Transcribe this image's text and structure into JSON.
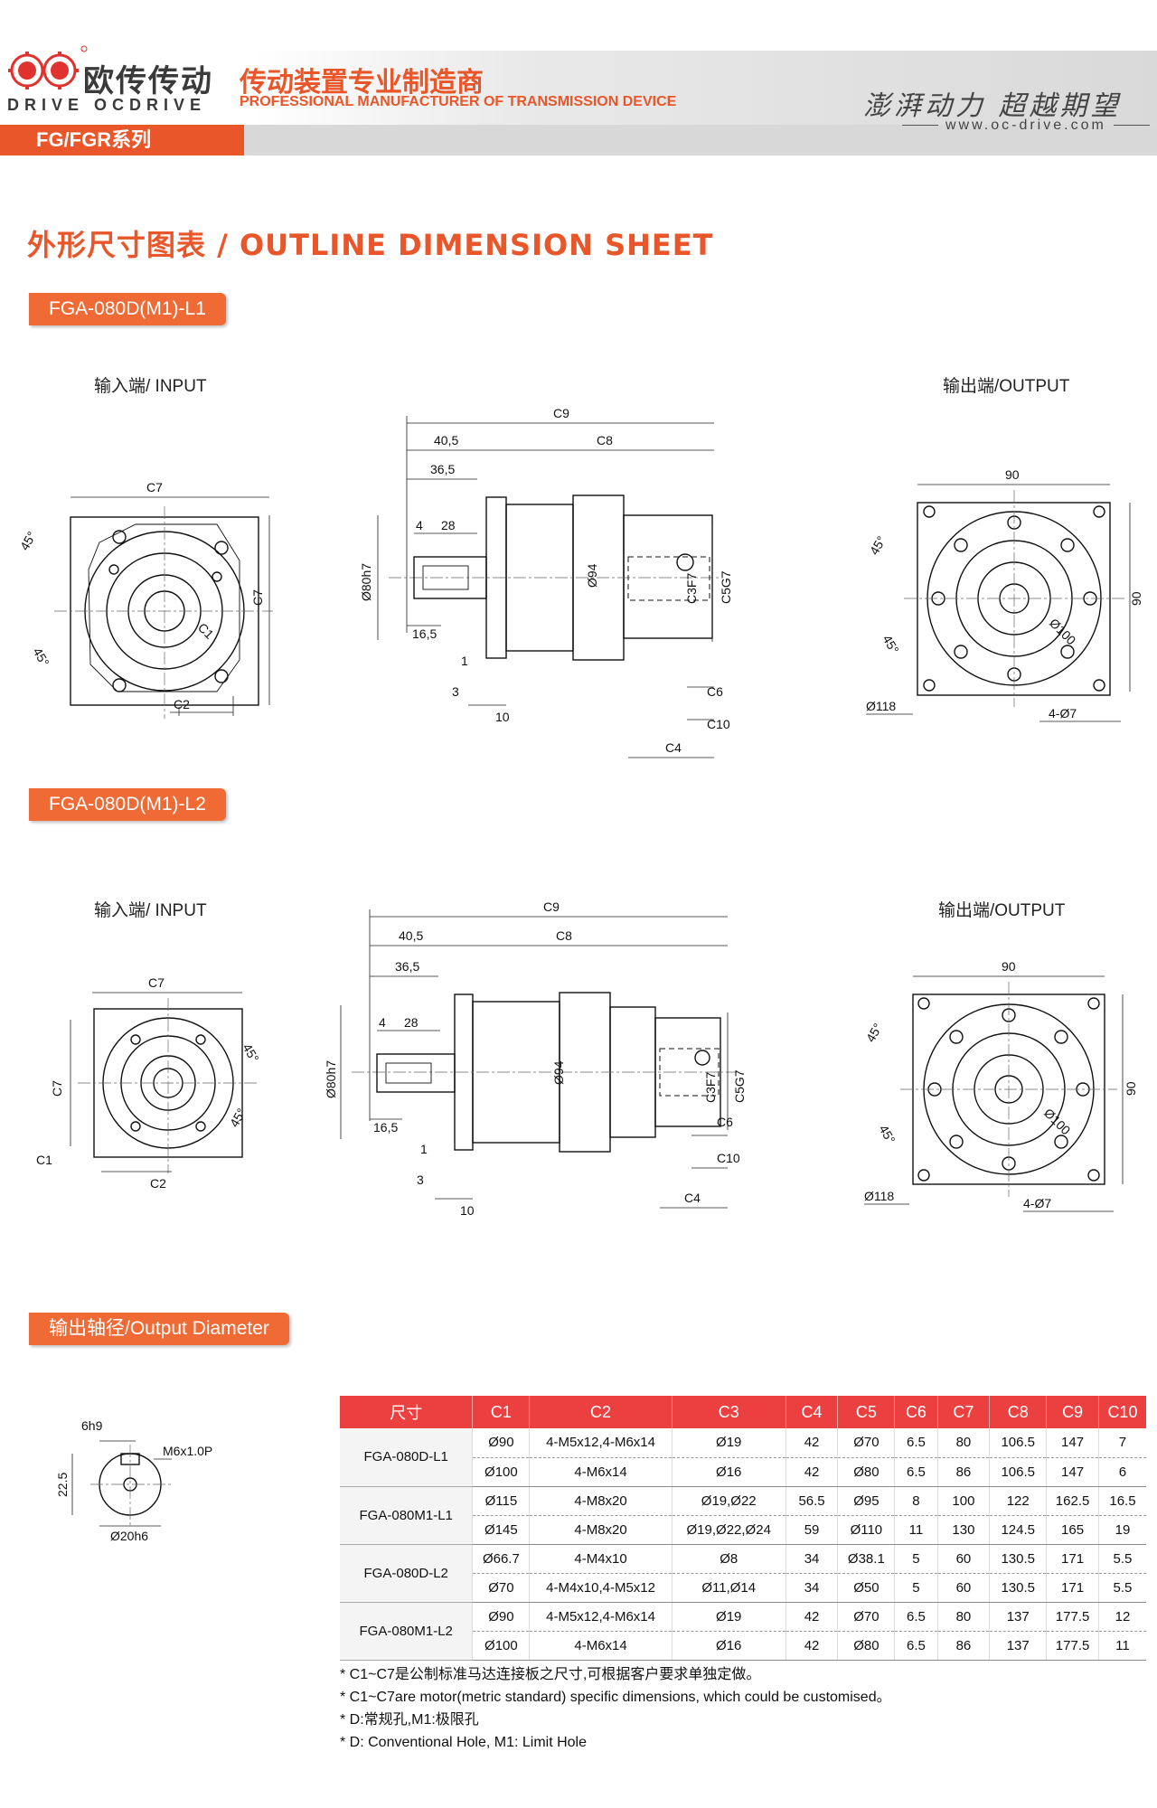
{
  "header": {
    "brand_cn": "欧传传动",
    "brand_en": "DRIVE OCDRIVE",
    "tagline_cn": "传动装置专业制造商",
    "tagline_en": "PROFESSIONAL MANUFACTURER OF TRANSMISSION DEVICE",
    "slogan": "澎湃动力 超越期望",
    "website": "www.oc-drive.com",
    "series": "FG/FGR系列",
    "accent_color": "#e8562a"
  },
  "page_title": "外形尺寸图表 / OUTLINE DIMENSION SHEET",
  "sections": [
    {
      "model": "FGA-080D(M1)-L1",
      "input_label": "输入端/ INPUT",
      "output_label": "输出端/OUTPUT"
    },
    {
      "model": "FGA-080D(M1)-L2",
      "input_label": "输入端/ INPUT",
      "output_label": "输出端/OUTPUT"
    }
  ],
  "dims": {
    "c1": "C1",
    "c2": "C2",
    "c3": "C3F7",
    "c4": "C4",
    "c5": "C5G7",
    "c6": "C6",
    "c7": "C7",
    "c8": "C8",
    "c9": "C9",
    "c10": "C10",
    "d40": "40,5",
    "d36": "36,5",
    "d28": "28",
    "d4": "4",
    "d165": "16,5",
    "d1": "1",
    "d3": "3",
    "d10": "10",
    "dia80": "Ø80h7",
    "dia94": "Ø94",
    "angle": "45°",
    "o90": "90",
    "o90v": "90",
    "dia100": "Ø100",
    "dia118": "Ø118",
    "holes": "4-Ø7"
  },
  "shaft": {
    "title": "输出轴径/Output Diameter",
    "key_width": "6h9",
    "height": "22.5",
    "thread": "M6x1.0P",
    "diameter": "Ø20h6"
  },
  "table": {
    "headers": [
      "尺寸",
      "C1",
      "C2",
      "C3",
      "C4",
      "C5",
      "C6",
      "C7",
      "C8",
      "C9",
      "C10"
    ],
    "groups": [
      {
        "model": "FGA-080D-L1",
        "rows": [
          [
            "Ø90",
            "4-M5x12,4-M6x14",
            "Ø19",
            "42",
            "Ø70",
            "6.5",
            "80",
            "106.5",
            "147",
            "7"
          ],
          [
            "Ø100",
            "4-M6x14",
            "Ø16",
            "42",
            "Ø80",
            "6.5",
            "86",
            "106.5",
            "147",
            "6"
          ]
        ]
      },
      {
        "model": "FGA-080M1-L1",
        "rows": [
          [
            "Ø115",
            "4-M8x20",
            "Ø19,Ø22",
            "56.5",
            "Ø95",
            "8",
            "100",
            "122",
            "162.5",
            "16.5"
          ],
          [
            "Ø145",
            "4-M8x20",
            "Ø19,Ø22,Ø24",
            "59",
            "Ø110",
            "11",
            "130",
            "124.5",
            "165",
            "19"
          ]
        ]
      },
      {
        "model": "FGA-080D-L2",
        "rows": [
          [
            "Ø66.7",
            "4-M4x10",
            "Ø8",
            "34",
            "Ø38.1",
            "5",
            "60",
            "130.5",
            "171",
            "5.5"
          ],
          [
            "Ø70",
            "4-M4x10,4-M5x12",
            "Ø11,Ø14",
            "34",
            "Ø50",
            "5",
            "60",
            "130.5",
            "171",
            "5.5"
          ]
        ]
      },
      {
        "model": "FGA-080M1-L2",
        "rows": [
          [
            "Ø90",
            "4-M5x12,4-M6x14",
            "Ø19",
            "42",
            "Ø70",
            "6.5",
            "80",
            "137",
            "177.5",
            "12"
          ],
          [
            "Ø100",
            "4-M6x14",
            "Ø16",
            "42",
            "Ø80",
            "6.5",
            "86",
            "137",
            "177.5",
            "11"
          ]
        ]
      }
    ]
  },
  "notes": [
    "* C1~C7是公制标准马达连接板之尺寸,可根据客户要求单独定做。",
    "* C1~C7are motor(metric standard)  specific dimensions, which could be customised。",
    "* D:常规孔,M1:极限孔",
    "* D: Conventional Hole, M1: Limit Hole"
  ]
}
